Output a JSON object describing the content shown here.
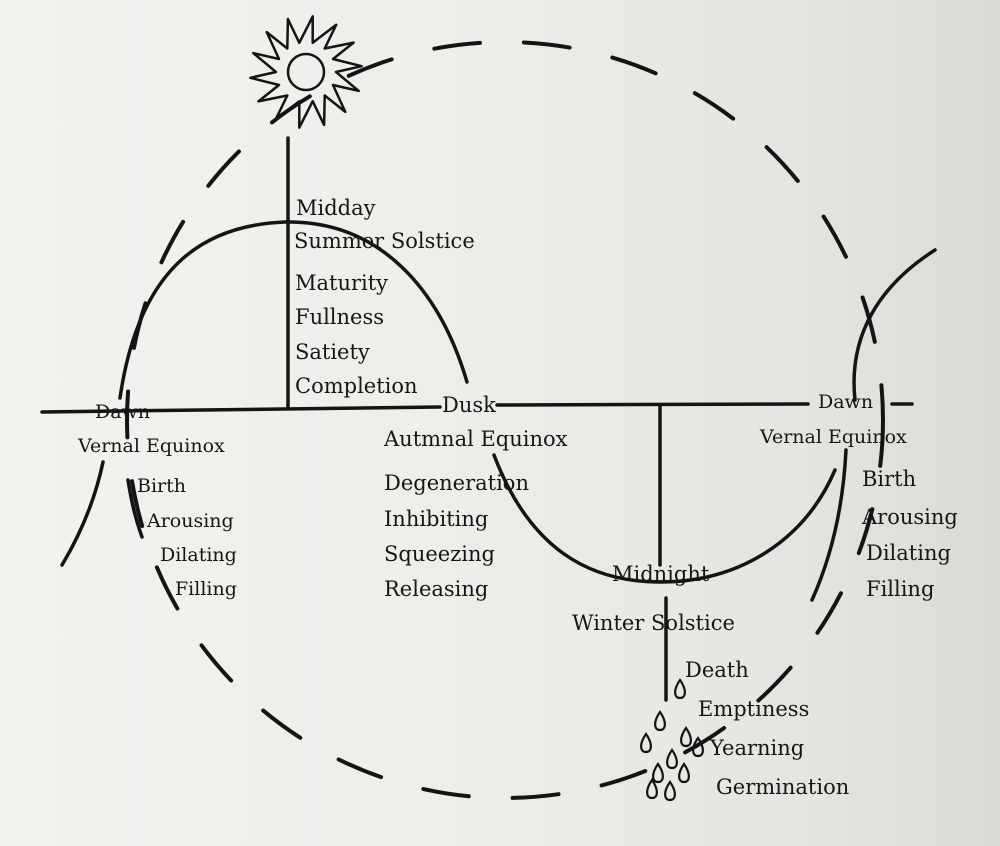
{
  "colors": {
    "ink": "#141414",
    "paper": "#f0eeeb"
  },
  "icons": {
    "top": "sun-icon",
    "bottom": "water-drops-icon"
  },
  "top": {
    "time": "Midday",
    "season": "Summer Solstice",
    "phases": [
      "Maturity",
      "Fullness",
      "Satiety",
      "Completion"
    ]
  },
  "left": {
    "time": "Dawn",
    "season": "Vernal Equinox",
    "phases": [
      "Birth",
      "Arousing",
      "Dilating",
      "Filling"
    ]
  },
  "center": {
    "time": "Dusk",
    "season": "Autmnal Equinox",
    "phases": [
      "Degeneration",
      "Inhibiting",
      "Squeezing",
      "Releasing"
    ]
  },
  "bottom": {
    "time": "Midnight",
    "season": "Winter Solstice",
    "phases": [
      "Death",
      "Emptiness",
      "Yearning",
      "Germination"
    ]
  },
  "right": {
    "time": "Dawn",
    "season": "Vernal Equinox",
    "phases": [
      "Birth",
      "Arousing",
      "Dilating",
      "Filling"
    ]
  }
}
